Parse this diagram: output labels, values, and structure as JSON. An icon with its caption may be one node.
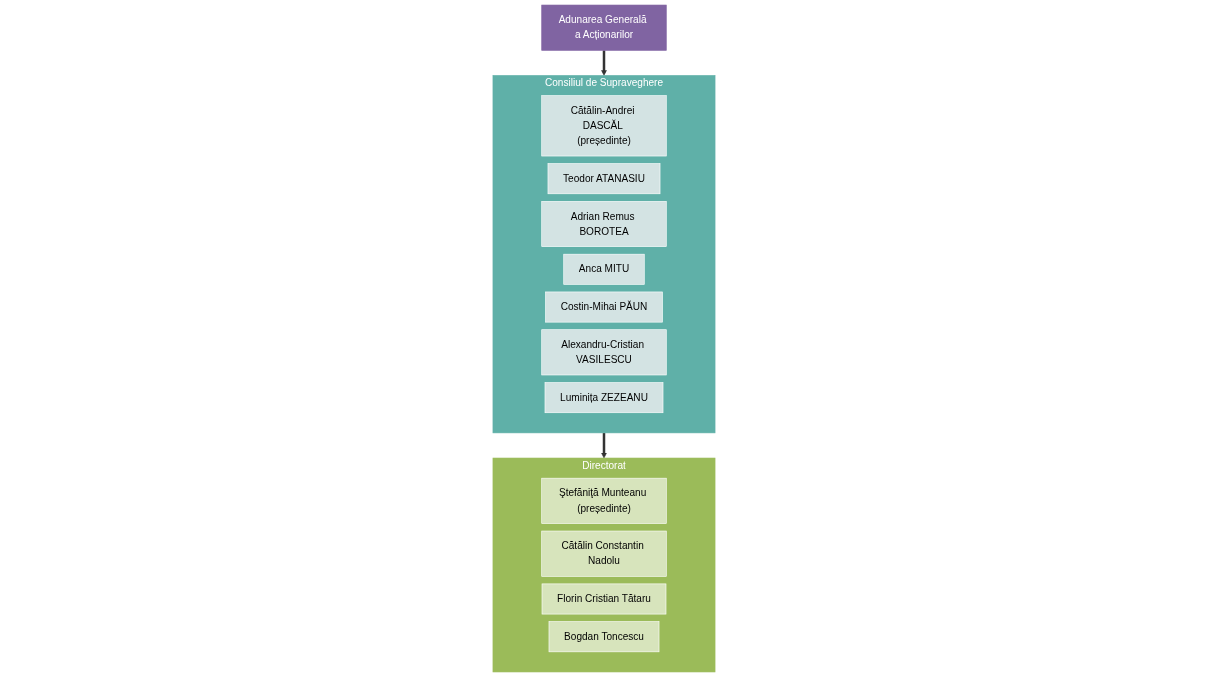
{
  "diagram": {
    "nodes": [
      {
        "text": [
          "Adunarea Generală a Acționarilor"
        ]
      },
      {
        "text": [
          "Consiliul de Supraveghere"
        ]
      },
      {
        "text": [
          "Cătălin-Andrei DASCĂL (președinte)"
        ],
        "in": 1
      },
      {
        "text": [
          "Teodor ATANASIU"
        ],
        "in": 1
      },
      {
        "text": [
          "Adrian Remus BOROTEA"
        ],
        "in": 1
      },
      {
        "text": [
          "Anca MITU"
        ],
        "in": 1
      },
      {
        "text": [
          "Costin-Mihai PĂUN"
        ],
        "in": 1
      },
      {
        "text": [
          "Alexandru-Cristian VASILESCU"
        ],
        "in": 1
      },
      {
        "text": [
          "Luminița ZEZEANU"
        ],
        "in": 1
      },
      {
        "text": [
          "Directorat"
        ]
      },
      {
        "text": [
          "Ştefăniţă Munteanu (președinte)"
        ],
        "in": 9
      },
      {
        "text": [
          "Cătălin Constantin Nadolu"
        ],
        "in": 9
      },
      {
        "text": [
          "Florin Cristian Tătaru"
        ],
        "in": 9
      },
      {
        "text": [
          "Bogdan Toncescu"
        ],
        "in": 9
      }
    ],
    "edges": [
      {
        "from": 0,
        "to": 1,
        "arrow": "to"
      },
      {
        "from": 1,
        "to": 9,
        "arrow": "to"
      }
    ]
  }
}
